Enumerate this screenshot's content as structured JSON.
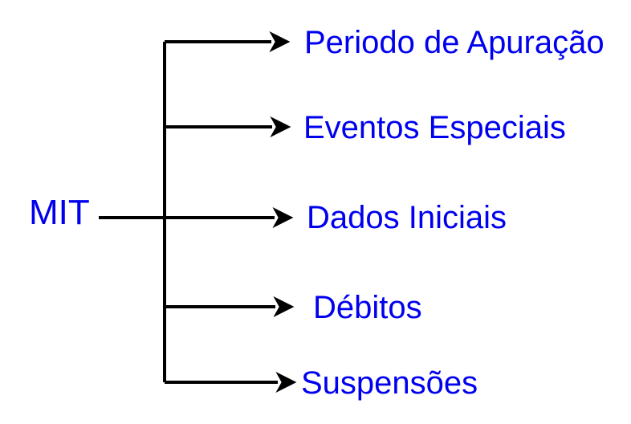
{
  "diagram": {
    "root": {
      "label": "MIT"
    },
    "branches": [
      {
        "label": "Periodo de Apuração"
      },
      {
        "label": "Eventos Especiais"
      },
      {
        "label": "Dados Iniciais"
      },
      {
        "label": "Débitos"
      },
      {
        "label": "Suspensões"
      }
    ],
    "colors": {
      "label_text": "#0000ee",
      "line": "#000000",
      "background": "#ffffff"
    }
  }
}
